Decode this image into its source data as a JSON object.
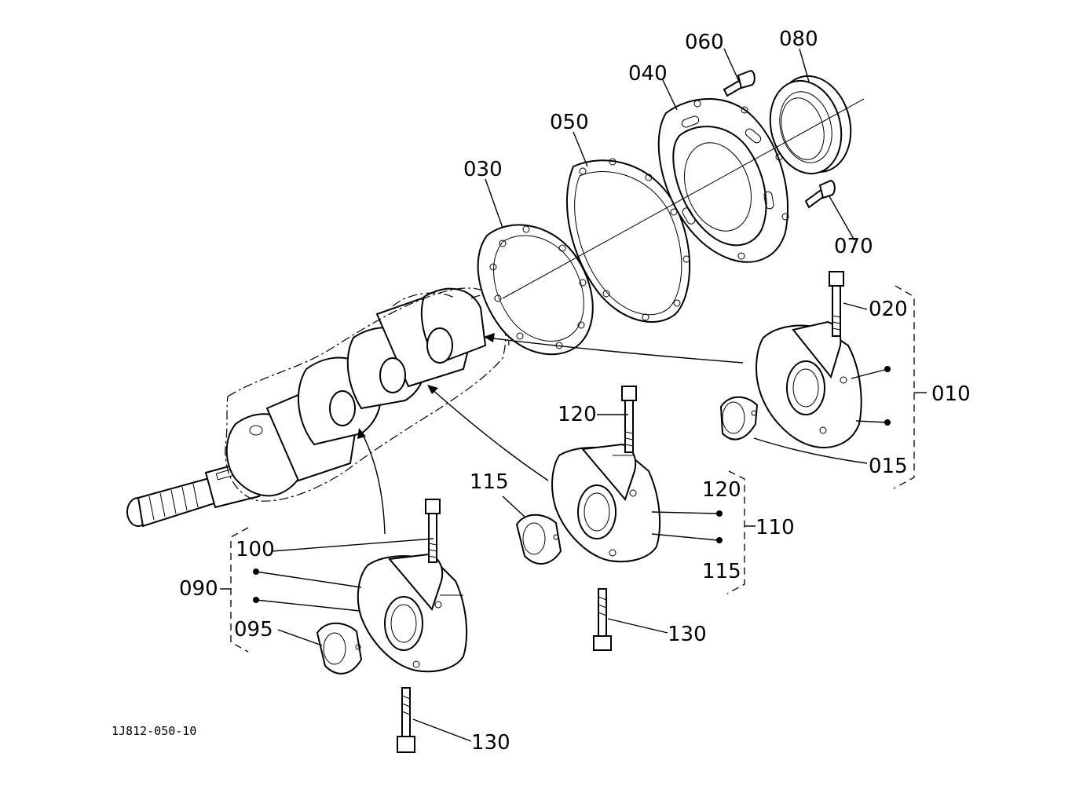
{
  "diagram_code": "1J812-050-10",
  "labels": {
    "p010": "010",
    "p015": "015",
    "p020": "020",
    "p030": "030",
    "p040": "040",
    "p050": "050",
    "p060": "060",
    "p070": "070",
    "p080": "080",
    "p090": "090",
    "p095": "095",
    "p100": "100",
    "p110": "110",
    "p115a": "115",
    "p115b": "115",
    "p120a": "120",
    "p120b": "120",
    "p130a": "130",
    "p130b": "130"
  },
  "parts": [
    {
      "id": "crankshaft",
      "icon": "crankshaft-drawing"
    },
    {
      "id": "gasket-030",
      "icon": "gasket-drawing"
    },
    {
      "id": "gasket-050",
      "icon": "gasket-drawing"
    },
    {
      "id": "bearing-case-040",
      "icon": "bearing-case-cover-drawing"
    },
    {
      "id": "oil-seal-080",
      "icon": "oil-seal-drawing"
    },
    {
      "id": "bolts",
      "icon": "bolt-drawing"
    },
    {
      "id": "main-bearing-cases",
      "icon": "main-bearing-case-drawing"
    },
    {
      "id": "bearing-shells",
      "icon": "bearing-shell-drawing"
    }
  ]
}
